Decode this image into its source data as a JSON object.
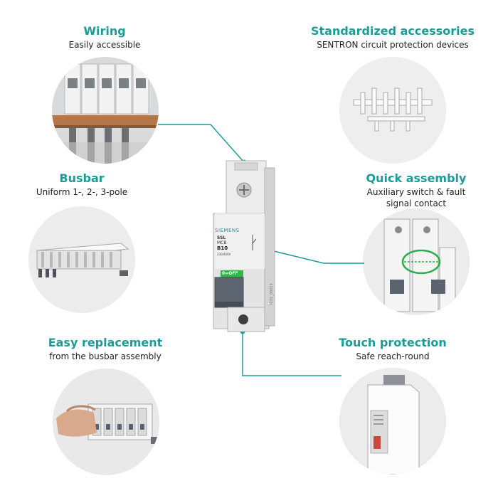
{
  "features": {
    "wiring": {
      "title": "Wiring",
      "subtitle": "Easily accessible"
    },
    "accessories": {
      "title": "Standardized accessories",
      "subtitle": "SENTRON circuit protection devices"
    },
    "busbar": {
      "title": "Busbar",
      "subtitle": "Uniform 1-, 2-, 3-pole"
    },
    "assembly": {
      "title": "Quick assembly",
      "subtitle_line1": "Auxiliary switch & fault",
      "subtitle_line2": "signal contact"
    },
    "replacement": {
      "title": "Easy replacement",
      "subtitle": "from the busbar assembly"
    },
    "touch": {
      "title": "Touch protection",
      "subtitle": "Safe reach-round"
    }
  },
  "device": {
    "brand": "SIEMENS",
    "model_line1": "5SL",
    "model_line2": "MCB",
    "rating": "B10",
    "voltage": "230/400V",
    "switch_label": "0=OFF",
    "figure_id": "IC02_00013"
  },
  "colors": {
    "accent": "#1b9c98",
    "circle_bg": "#ececec",
    "device_body": "#e6e6e6",
    "toggle": "#5c6470"
  }
}
